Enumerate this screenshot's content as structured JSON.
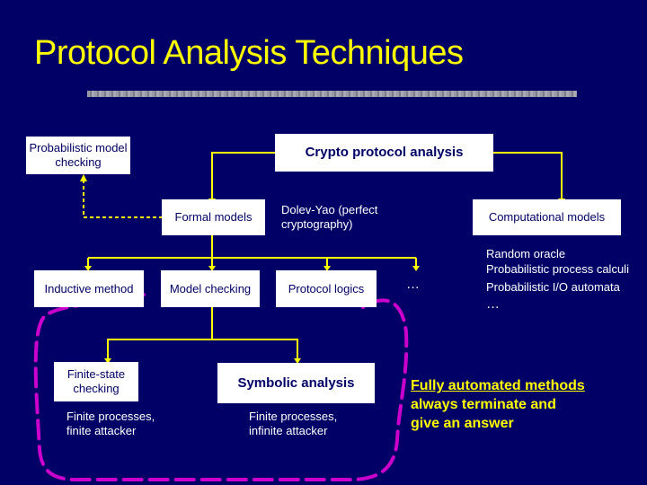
{
  "title": "Protocol Analysis Techniques",
  "nodes": {
    "crypto": "Crypto protocol analysis",
    "probabilistic": "Probabilistic model checking",
    "formal": "Formal models",
    "dolev_yao": "Dolev-Yao (perfect cryptography)",
    "computational": "Computational models",
    "random_oracle": "Random oracle",
    "prob_process": "Probabilistic process calculi",
    "prob_io": "Probabilistic I/O automata",
    "comp_ellipsis": "…",
    "inductive": "Inductive method",
    "model_checking": "Model checking",
    "protocol_logics": "Protocol logics",
    "formal_ellipsis": "…",
    "finite_state": "Finite-state checking",
    "symbolic": "Symbolic analysis",
    "finite_processes_finite": "Finite processes, finite attacker",
    "finite_processes_infinite": "Finite processes, infinite attacker"
  },
  "note": {
    "line1": "Fully automated methods",
    "line2": "always terminate and",
    "line3": "give an answer"
  },
  "colors": {
    "background": "#000066",
    "title": "#ffff00",
    "connector": "#ffff00",
    "highlight": "#cc00cc",
    "box": "#ffffff",
    "box_text": "#000066"
  }
}
